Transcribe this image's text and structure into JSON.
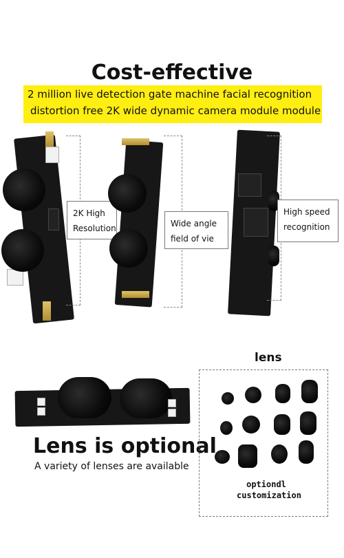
{
  "header": {
    "title": "Cost-effective",
    "subtitle_line1": "2 million live detection gate machine facial recognition",
    "subtitle_line2": "distortion free 2K wide dynamic camera module module"
  },
  "features": [
    {
      "line1": "2K High",
      "line2": "Resolution"
    },
    {
      "line1": "Wide angle",
      "line2": "field of vie"
    },
    {
      "line1": "High speed",
      "line2": "recognition"
    }
  ],
  "bottom": {
    "title": "Lens is optional",
    "subtitle": "A variety of lenses are available",
    "lens_title": "lens",
    "custom_line1": "optiondl",
    "custom_line2": "customization"
  },
  "colors": {
    "banner": "#ffee11",
    "board": "#171717",
    "gold_spacer": "#c9a64a"
  }
}
